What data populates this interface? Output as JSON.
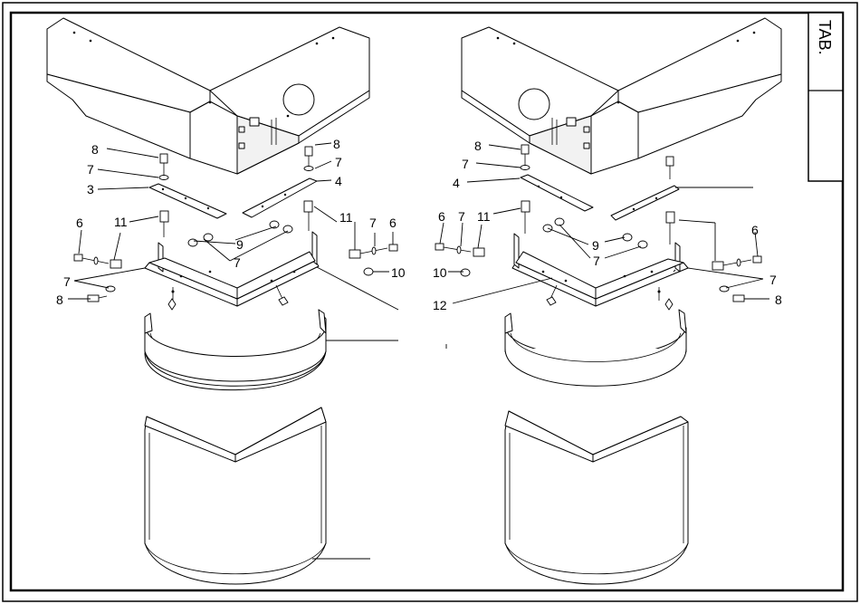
{
  "tab_label": "TAB.",
  "callouts_left": {
    "c8_top_left": "8",
    "c7_top_left": "7",
    "c3": "3",
    "c8_top_right": "8",
    "c7_top_right": "7",
    "c4": "4",
    "c6_left": "6",
    "c11_left": "11",
    "c9": "9",
    "c7_mid": "7",
    "c11_right": "11",
    "c7_right": "7",
    "c6_right": "6",
    "c10": "10",
    "c7_low": "7",
    "c8_low": "8"
  },
  "callouts_right": {
    "c8_top": "8",
    "c7_top": "7",
    "c4": "4",
    "c6_left": "6",
    "c7_left": "7",
    "c11": "11",
    "c9": "9",
    "c7_mid": "7",
    "c6_right": "6",
    "c10": "10",
    "c12": "12",
    "c7_low": "7",
    "c8_low": "8"
  }
}
